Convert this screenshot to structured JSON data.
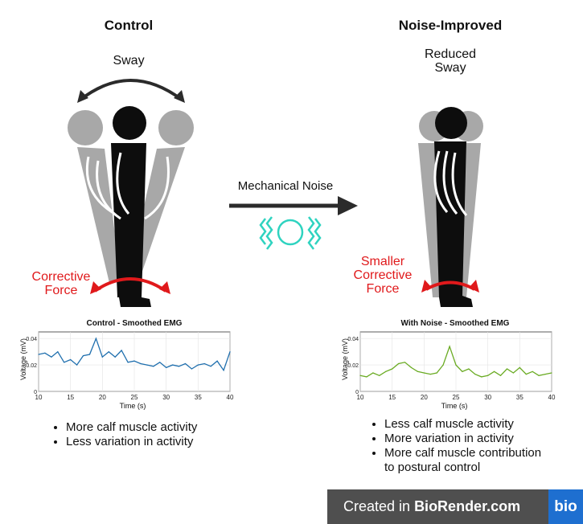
{
  "left_panel": {
    "title": "Control",
    "sway_label": "Sway",
    "force_label_line1": "Corrective",
    "force_label_line2": "Force",
    "chart_title": "Control - Smoothed EMG",
    "bullets": [
      "More calf muscle activity",
      "Less variation in activity"
    ]
  },
  "right_panel": {
    "title": "Noise-Improved",
    "sway_label_line1": "Reduced",
    "sway_label_line2": "Sway",
    "force_label_line1": "Smaller",
    "force_label_line2": "Corrective",
    "force_label_line3": "Force",
    "chart_title": "With Noise - Smoothed EMG",
    "bullets": [
      "Less calf muscle activity",
      "More variation in activity",
      "More calf muscle contribution",
      "to postural control"
    ]
  },
  "center": {
    "arrow_label": "Mechanical Noise"
  },
  "footer": {
    "created_in": "Created in ",
    "brand": "BioRender.com",
    "logo": "bio"
  },
  "colors": {
    "red": "#e0191b",
    "blue_line": "#1f6fae",
    "green_line": "#6aab23",
    "teal": "#2fd3c0"
  },
  "chart_data": [
    {
      "type": "line",
      "title": "Control - Smoothed EMG",
      "xlabel": "Time (s)",
      "ylabel": "Voltage (mV)",
      "xlim": [
        10,
        40
      ],
      "ylim": [
        0,
        0.045
      ],
      "xticks": [
        "10",
        "15",
        "20",
        "25",
        "30",
        "35",
        "40"
      ],
      "yticks": [
        "0",
        "0.02",
        "0.04"
      ],
      "x": [
        10,
        11,
        12,
        13,
        14,
        15,
        16,
        17,
        18,
        19,
        20,
        21,
        22,
        23,
        24,
        25,
        26,
        27,
        28,
        29,
        30,
        31,
        32,
        33,
        34,
        35,
        36,
        37,
        38,
        39,
        40
      ],
      "y": [
        0.028,
        0.029,
        0.026,
        0.03,
        0.022,
        0.024,
        0.02,
        0.027,
        0.028,
        0.04,
        0.026,
        0.03,
        0.026,
        0.031,
        0.022,
        0.023,
        0.021,
        0.02,
        0.019,
        0.022,
        0.018,
        0.02,
        0.019,
        0.021,
        0.017,
        0.02,
        0.021,
        0.019,
        0.023,
        0.016,
        0.03
      ],
      "grid": true
    },
    {
      "type": "line",
      "title": "With Noise - Smoothed EMG",
      "xlabel": "Time (s)",
      "ylabel": "Voltage (mV)",
      "xlim": [
        10,
        40
      ],
      "ylim": [
        0,
        0.045
      ],
      "xticks": [
        "10",
        "15",
        "20",
        "25",
        "30",
        "35",
        "40"
      ],
      "yticks": [
        "0",
        "0.02",
        "0.04"
      ],
      "x": [
        10,
        11,
        12,
        13,
        14,
        15,
        16,
        17,
        18,
        19,
        20,
        21,
        22,
        23,
        24,
        25,
        26,
        27,
        28,
        29,
        30,
        31,
        32,
        33,
        34,
        35,
        36,
        37,
        38,
        39,
        40
      ],
      "y": [
        0.012,
        0.011,
        0.014,
        0.012,
        0.015,
        0.017,
        0.021,
        0.022,
        0.018,
        0.015,
        0.014,
        0.013,
        0.014,
        0.02,
        0.034,
        0.02,
        0.015,
        0.017,
        0.013,
        0.011,
        0.012,
        0.015,
        0.012,
        0.017,
        0.014,
        0.018,
        0.013,
        0.015,
        0.012,
        0.013,
        0.014
      ],
      "grid": true
    }
  ]
}
